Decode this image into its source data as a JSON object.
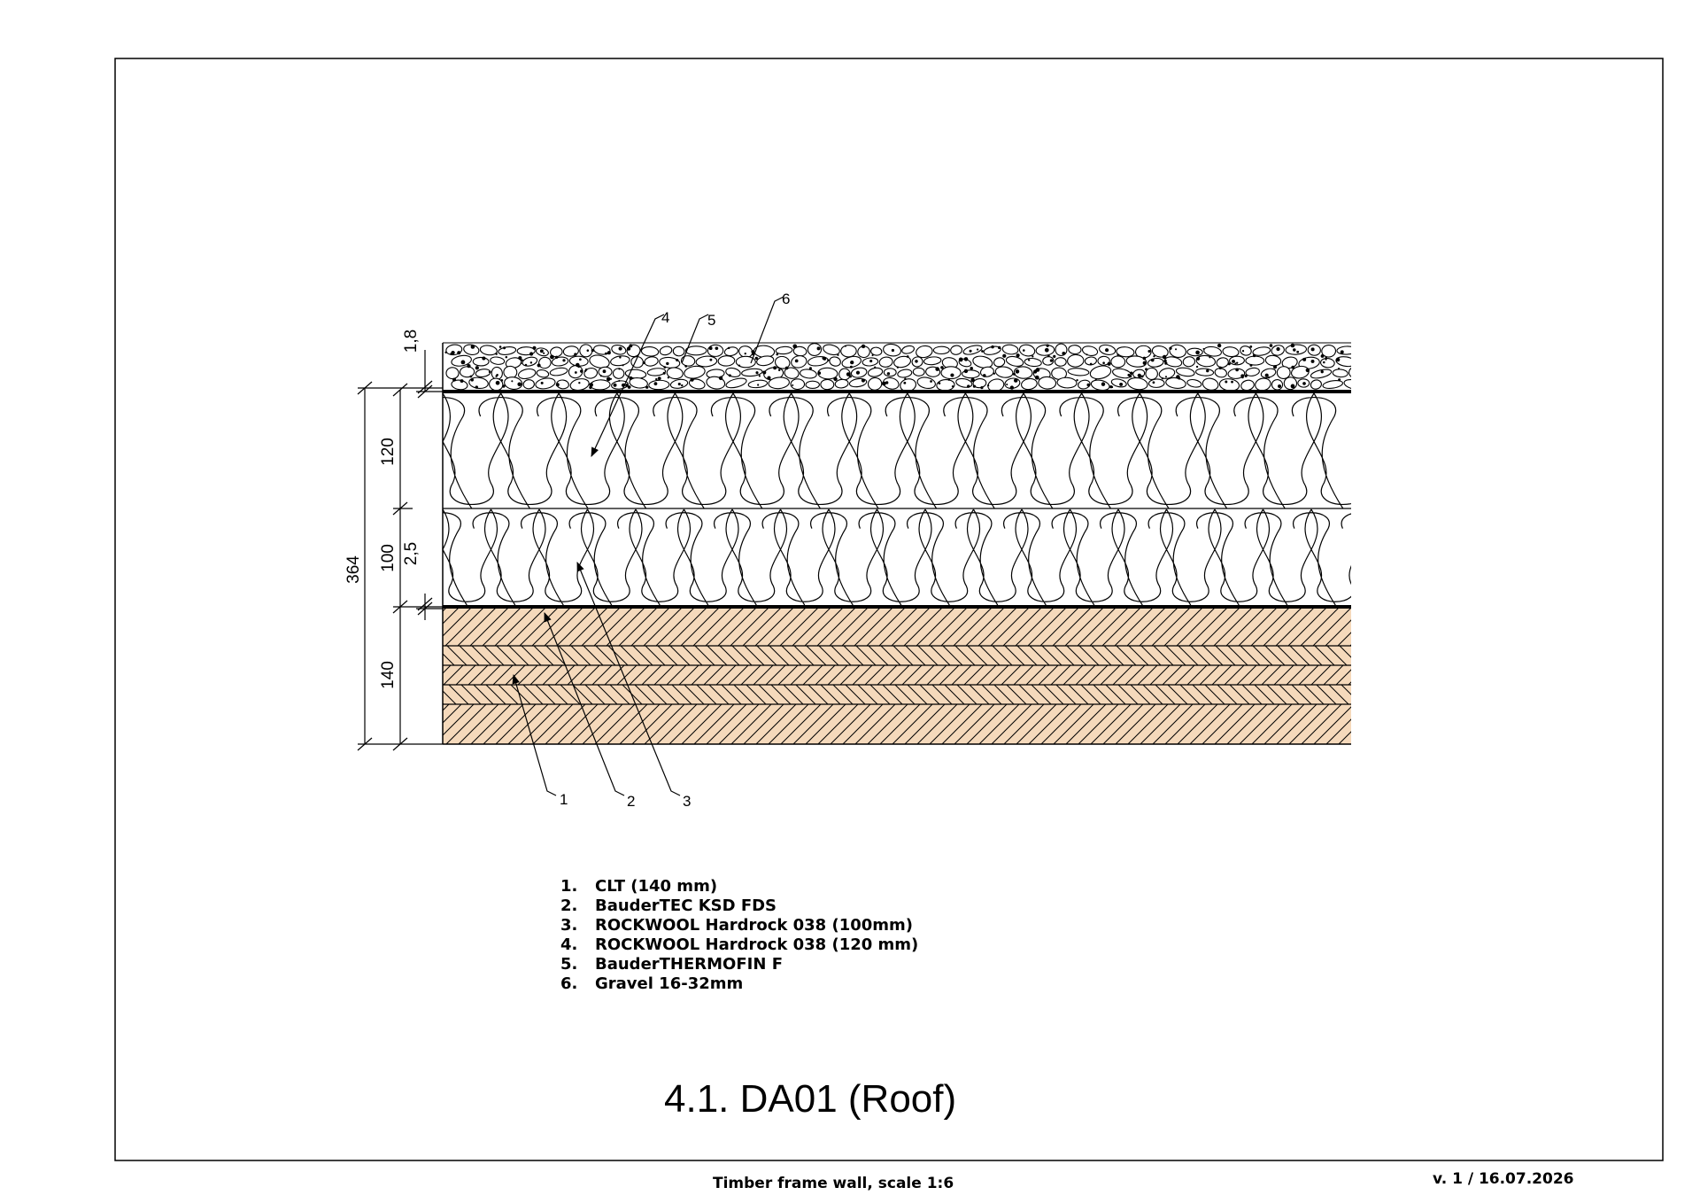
{
  "drawing": {
    "title": "4.1. DA01 (Roof)",
    "subtitle": "Timber frame wall, scale 1:6",
    "version": "v. 1 / 16.07.2026"
  },
  "callouts": [
    "1",
    "2",
    "3",
    "4",
    "5",
    "6"
  ],
  "dimensions": {
    "total": "364",
    "gravel": "1,8",
    "insulation_upper": "120",
    "insulation_lower": "100",
    "membrane": "2,5",
    "clt": "140"
  },
  "legend": [
    {
      "num": "1.",
      "text": "CLT (140 mm)"
    },
    {
      "num": "2.",
      "text": "BauderTEC KSD FDS"
    },
    {
      "num": "3.",
      "text": "ROCKWOOL Hardrock 038 (100mm)"
    },
    {
      "num": "4.",
      "text": "ROCKWOOL Hardrock 038 (120 mm)"
    },
    {
      "num": "5.",
      "text": "BauderTHERMOFIN F"
    },
    {
      "num": "6.",
      "text": "Gravel 16-32mm"
    }
  ],
  "colors": {
    "clt_fill": "#f5d9bb",
    "line": "#000000",
    "background": "#ffffff"
  }
}
